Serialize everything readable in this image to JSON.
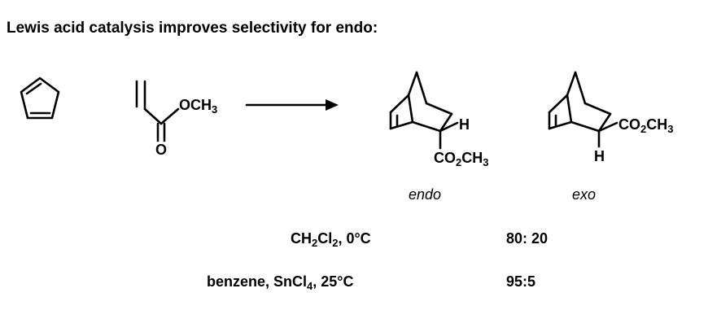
{
  "title": "Lewis acid catalysis improves selectivity for endo:",
  "reactant2": {
    "ester_group": "OCH",
    "ester_sub": "3",
    "carbonyl_o": "O"
  },
  "endo_product": {
    "h_label": "H",
    "sub_co": "CO",
    "sub_2": "2",
    "sub_ch": "CH",
    "sub_3": "3",
    "caption": "endo"
  },
  "exo_product": {
    "h_label": "H",
    "sub_co": "CO",
    "sub_2": "2",
    "sub_ch": "CH",
    "sub_3": "3",
    "caption": "exo"
  },
  "conditions": [
    {
      "part1": "CH",
      "sub1": "2",
      "part2": "Cl",
      "sub2": "2",
      "part3": ", 0°C",
      "ratio": "80: 20"
    },
    {
      "part1": "benzene, SnCl",
      "sub1": "4",
      "part2": ", 25°C",
      "sub2": "",
      "part3": "",
      "ratio": "95:5"
    }
  ]
}
